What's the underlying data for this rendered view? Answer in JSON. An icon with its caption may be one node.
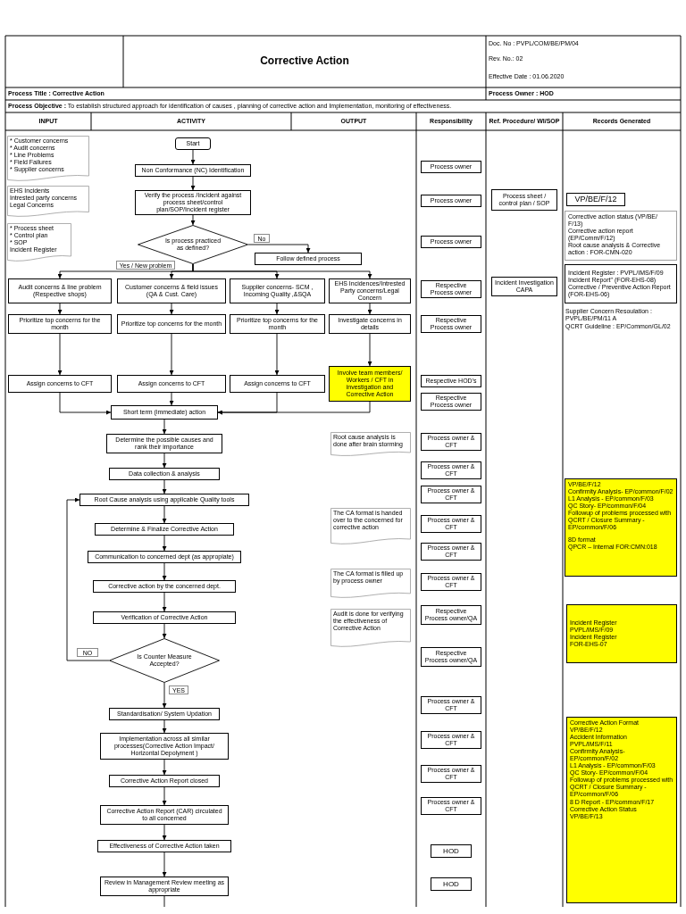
{
  "diagram": {
    "title": "Corrective Action",
    "nodes": [
      {
        "text": [
          "* Customer concerns",
          "* Audit concerns",
          "* Line Problems",
          "* Field Failures",
          "* Supplier concerns"
        ]
      },
      {
        "text": [
          "EHS Incidents",
          "Intrested party concerns",
          "Legal Concerns"
        ]
      },
      {
        "text": [
          "* Process sheet",
          "* Control plan",
          "* SOP",
          "Incident Register"
        ]
      },
      {
        "text": [
          "Start"
        ]
      },
      {
        "text": [
          "Non Conformance (NC) Identification"
        ]
      },
      {
        "text": [
          "Verify the process /Incident against process sheet/control plan/SOP/Incident register"
        ]
      },
      {
        "text": [
          "Is process practiced as defined?"
        ]
      },
      {
        "text": [
          "Follow defined process"
        ]
      },
      {
        "text": [
          "Audit concerns & line problem (Respective shops)"
        ]
      },
      {
        "text": [
          "Customer concerns & field issues (QA & Cust. Care)"
        ]
      },
      {
        "text": [
          "Supplier concerns- SCM , Incoming Quality ,&SQA"
        ]
      },
      {
        "text": [
          "EHS Incidences/Intrested Party concerns/Legal Concern"
        ]
      },
      {
        "text": [
          "Prioritize top concerns for the month"
        ]
      },
      {
        "text": [
          "Prioritize top concerns for the month"
        ]
      },
      {
        "text": [
          "Prioritize top concerns for the month"
        ]
      },
      {
        "text": [
          "Investigate concerns in details"
        ]
      },
      {
        "text": [
          "Assign concerns to CFT"
        ]
      },
      {
        "text": [
          "Assign concerns to CFT"
        ]
      },
      {
        "text": [
          "Assign concerns to CFT"
        ]
      },
      {
        "text": [
          "Involve team members/ Workers / CFT in investigation and Corrective Action"
        ]
      },
      {
        "text": [
          "Short term (immediate) action"
        ]
      },
      {
        "text": [
          "Determine the possible causes and rank their importance"
        ]
      },
      {
        "text": [
          "Data collection & analysis"
        ]
      },
      {
        "text": [
          "Root Cause analysis using applicable Quality tools"
        ]
      },
      {
        "text": [
          "Determine & Finalize Corrective Action"
        ]
      },
      {
        "text": [
          "Communication to concerned dept (as appropiate)"
        ]
      },
      {
        "text": [
          "Corrective action by the concerned dept."
        ]
      },
      {
        "text": [
          "Verification of Corrective Action"
        ]
      },
      {
        "text": [
          "Is Counter Measure Accepted?"
        ]
      },
      {
        "text": [
          "Standardisation/ System Updation"
        ]
      },
      {
        "text": [
          "Implementation across all similar processes(Corrective Action Impact/ Horizontal Depolyment )"
        ]
      },
      {
        "text": [
          "Corrective Action Report closed"
        ]
      },
      {
        "text": [
          "Corrective Action Report (CAR) circulated to all concerned"
        ]
      },
      {
        "text": [
          "Effectiveness of Corrective Action taken"
        ]
      },
      {
        "text": [
          "Review in Management Review meeting as appropriate"
        ]
      },
      {
        "text": [
          "Root cause analysis is done after brain storming"
        ]
      },
      {
        "text": [
          "The CA format is handed over to the concerned for corrective action"
        ]
      },
      {
        "text": [
          "The CA format is filled up by process owner"
        ]
      },
      {
        "text": [
          "Audit is done for verifying the effectiveness of Corrective Action"
        ]
      },
      {
        "text": [
          "Process owner"
        ]
      },
      {
        "text": [
          "Process owner"
        ]
      },
      {
        "text": [
          "Process owner"
        ]
      },
      {
        "text": [
          "Respective Process owner"
        ]
      },
      {
        "text": [
          "Respective Process owner"
        ]
      },
      {
        "text": [
          "Respective HOD's"
        ]
      },
      {
        "text": [
          "Respective Process owner"
        ]
      },
      {
        "text": [
          "Process owner & CFT"
        ]
      },
      {
        "text": [
          "Process owner & CFT"
        ]
      },
      {
        "text": [
          "Process owner & CFT"
        ]
      },
      {
        "text": [
          "Process owner & CFT"
        ]
      },
      {
        "text": [
          "Process owner & CFT"
        ]
      },
      {
        "text": [
          "Process owner & CFT"
        ]
      },
      {
        "text": [
          "Respective Process owner/QA"
        ]
      },
      {
        "text": [
          "Respective Process owner/QA"
        ]
      },
      {
        "text": [
          "Process owner & CFT"
        ]
      },
      {
        "text": [
          "Process owner & CFT"
        ]
      },
      {
        "text": [
          "Process owner & CFT"
        ]
      },
      {
        "text": [
          "Process owner & CFT"
        ]
      },
      {
        "text": [
          "HOD"
        ]
      },
      {
        "text": [
          "HOD"
        ]
      },
      {
        "text": [
          "Process sheet / control plan / SOP"
        ]
      },
      {
        "text": [
          "Incident Investigation CAPA"
        ]
      },
      {
        "text": [
          "VP/BE/F/12"
        ]
      },
      {
        "text": [
          "Corrective action status (VP/BE/ F/13)",
          "Corrective action report (EP/Comm/F/12)",
          "Root cause analysis & Corrective action : FOR-CMN-020"
        ]
      },
      {
        "text": [
          "Incident Register : PVPL/IMS/F/09",
          "Incident Report\" (FOR-EHS-08)",
          "Corrective / Preventive Action Report (FOR-EHS-06)"
        ]
      },
      {
        "text": [
          "VP/BE/F/12",
          "Confirmity Analysis- EP/common/F/02",
          "L1 Analysis - EP/common/F/03",
          "QC Story- EP/common/F/04",
          "Followup of problems processed with QCRT / Closure Summary -EP/common/F/06",
          "8D format",
          "QPCR – Internal FOR:CMN:018"
        ]
      },
      {
        "text": [
          "Incident Register",
          "PVPL/IMS/F/09",
          "Incident Register",
          "FOR-EHS-07"
        ]
      },
      {
        "text": [
          "Corrective Action Format",
          "VP/BE/F/12",
          "Accident Information",
          "PVPL/IMS/F/11",
          "Confirmity Analysis- EP/common/F/02",
          "L1 Analysis - EP/common/F/03",
          "QC Story- EP/common/F/04",
          "Followup of problems processed with QCRT / Closure Summary - EP/common/F/06",
          "8 D Report - EP/common/F/17",
          "Corrective Action Status",
          "VP/BE/F/13"
        ]
      }
    ],
    "edges": [
      {
        "from": 3,
        "to": 4,
        "arrow": "to"
      },
      {
        "from": 4,
        "to": 5,
        "arrow": "to"
      },
      {
        "from": 5,
        "to": 6,
        "arrow": "to"
      },
      {
        "from": 6,
        "to": 7,
        "arrow": "to",
        "label": "No"
      },
      {
        "from": 6,
        "to": 8,
        "arrow": "to",
        "label": "Yes / New problem"
      },
      {
        "from": 6,
        "to": 9,
        "arrow": "to"
      },
      {
        "from": 6,
        "to": 10,
        "arrow": "to"
      },
      {
        "from": 6,
        "to": 11,
        "arrow": "to"
      },
      {
        "from": 8,
        "to": 12,
        "arrow": "to"
      },
      {
        "from": 9,
        "to": 13,
        "arrow": "to"
      },
      {
        "from": 10,
        "to": 14,
        "arrow": "to"
      },
      {
        "from": 11,
        "to": 15,
        "arrow": "to"
      },
      {
        "from": 12,
        "to": 16,
        "arrow": "to"
      },
      {
        "from": 13,
        "to": 17,
        "arrow": "to"
      },
      {
        "from": 14,
        "to": 18,
        "arrow": "to"
      },
      {
        "from": 15,
        "to": 19,
        "arrow": "to"
      },
      {
        "from": 16,
        "to": 20,
        "arrow": "to"
      },
      {
        "from": 17,
        "to": 20,
        "arrow": "to"
      },
      {
        "from": 18,
        "to": 20,
        "arrow": "to"
      },
      {
        "from": 19,
        "to": 20,
        "arrow": "to"
      },
      {
        "from": 20,
        "to": 21,
        "arrow": "to"
      },
      {
        "from": 21,
        "to": 22,
        "arrow": "to"
      },
      {
        "from": 22,
        "to": 23,
        "arrow": "to"
      },
      {
        "from": 23,
        "to": 24,
        "arrow": "to"
      },
      {
        "from": 24,
        "to": 25,
        "arrow": "to"
      },
      {
        "from": 25,
        "to": 26,
        "arrow": "to"
      },
      {
        "from": 26,
        "to": 27,
        "arrow": "to"
      },
      {
        "from": 27,
        "to": 28,
        "arrow": "to"
      },
      {
        "from": 28,
        "to": 23,
        "arrow": "to",
        "label": "NO"
      },
      {
        "from": 28,
        "to": 29,
        "arrow": "to",
        "label": "YES"
      },
      {
        "from": 29,
        "to": 30,
        "arrow": "to"
      },
      {
        "from": 30,
        "to": 31,
        "arrow": "to"
      },
      {
        "from": 31,
        "to": 32,
        "arrow": "to"
      },
      {
        "from": 32,
        "to": 33,
        "arrow": "to"
      },
      {
        "from": 33,
        "to": 34,
        "arrow": "to"
      },
      {
        "from": 34,
        "to": null,
        "arrow": "none"
      }
    ],
    "labels": [
      "Doc. No : PVPL/COM/BE/PM/04",
      "Rev. No.: 02",
      "Effective Date : 01.06.2020",
      "Process Title : Corrective Action",
      "Process Owner : HOD",
      "**Process Objective :** To establish structured approach for identification of causes , planning of corrective action and Implementation, monitoring of effectiveness.",
      "INPUT",
      "ACTIVITY",
      "OUTPUT",
      "Responsibility",
      "Ref. Procedure/ WI/SOP",
      "Records Generated",
      "Supplier Concern Resoulation : PVPL/BE/PM/11 A",
      "QCRT Guideline : EP/Common/GL/02"
    ]
  }
}
